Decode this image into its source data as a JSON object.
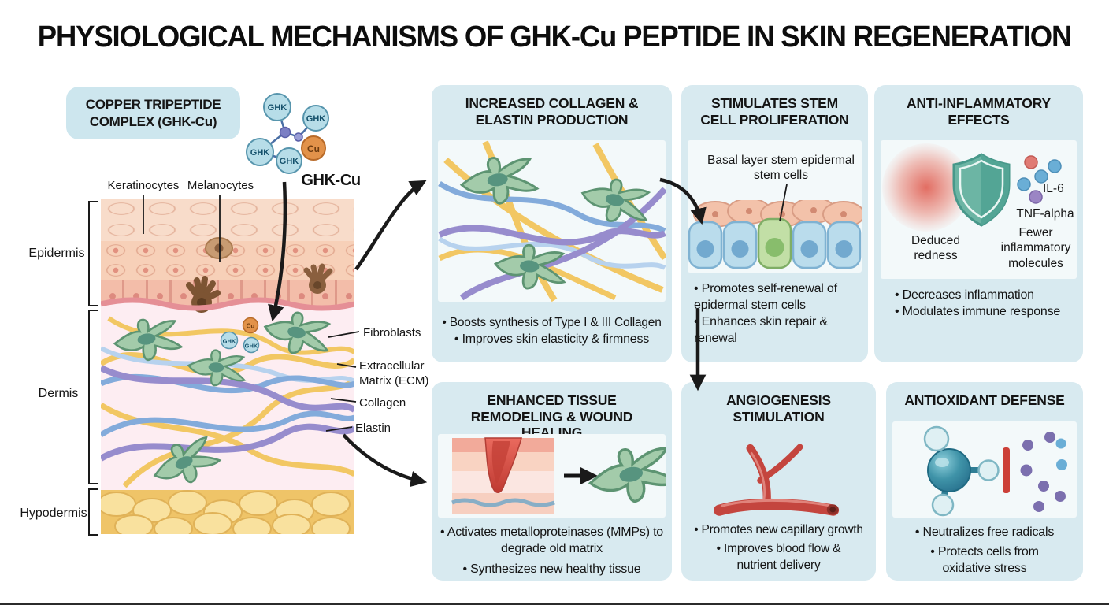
{
  "title": "PHYSIOLOGICAL MECHANISMS OF GHK-Cu PEPTIDE IN SKIN REGENERATION",
  "legend": {
    "complex_label": "COPPER TRIPEPTIDE COMPLEX (GHK-Cu)",
    "molecule_caption": "GHK-Cu",
    "ghk_label": "GHK",
    "cu_label": "Cu"
  },
  "skin": {
    "cell_labels": {
      "keratinocytes": "Keratinocytes",
      "melanocytes": "Melanocytes"
    },
    "layers": {
      "epidermis": "Epidermis",
      "dermis": "Dermis",
      "hypodermis": "Hypodermis"
    },
    "structures": {
      "fibroblasts": "Fibroblasts",
      "ecm": "Extracellular Matrix (ECM)",
      "collagen": "Collagen",
      "elastin": "Elastin"
    },
    "particles": {
      "cu": "Cu",
      "ghk_a": "GHK",
      "ghk_b": "GHK"
    }
  },
  "boxes": [
    {
      "title": "INCREASED COLLAGEN & ELASTIN PRODUCTION",
      "bullets": [
        "Boosts synthesis of Type I & III Collagen",
        "Improves skin elasticity & firmness"
      ]
    },
    {
      "title": "STIMULATES STEM CELL PROLIFERATION",
      "annotation": "Basal layer stem epidermal stem cells",
      "bullets": [
        "Promotes self-renewal of epidermal stem cells",
        "Enhances skin repair & renewal"
      ]
    },
    {
      "title": "ANTI-INFLAMMATORY EFFECTS",
      "labels": {
        "il6": "IL-6",
        "tnf": "TNF-alpha",
        "redness": "Deduced redness",
        "fewer": "Fewer inflammatory molecules"
      },
      "bullets": [
        "Decreases inflammation",
        "Modulates immune response"
      ]
    },
    {
      "title": "ENHANCED TISSUE REMODELING & WOUND HEALING",
      "bullets": [
        "Activates metalloproteinases (MMPs) to degrade old matrix",
        "Synthesizes new healthy tissue"
      ]
    },
    {
      "title": "ANGIOGENESIS STIMULATION",
      "bullets": [
        "Promotes new capillary growth",
        "Improves blood flow & nutrient delivery"
      ]
    },
    {
      "title": "ANTIOXIDANT DEFENSE",
      "bullets": [
        "Neutralizes free radicals",
        "Protects cells from oxidative stress"
      ]
    }
  ],
  "colors": {
    "panel_bg": "#d8eaf0",
    "panel_canvas": "#f3f9fa",
    "title_text": "#0d0d0d",
    "arrow": "#1a1a1a",
    "ghk_node": "#b7dde8",
    "cu_node": "#e2924a",
    "fibroblast_green": "#a3cbaa",
    "collagen_yellow": "#f2c763",
    "elastin_purple": "#978ccd",
    "fiber_blue": "#83abdb",
    "vessel_red": "#c4453e",
    "shield_teal": "#6cb5a4"
  }
}
